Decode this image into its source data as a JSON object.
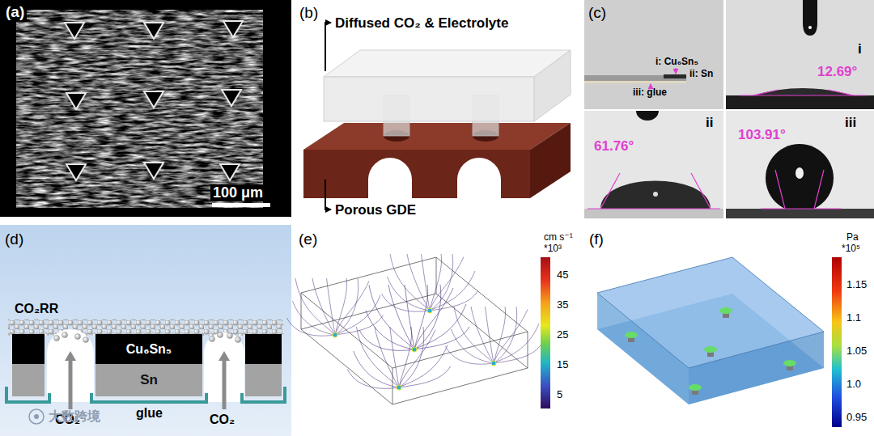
{
  "diagram": {
    "nodes": [
      {
        "text": [
          "Cu₆Sn₅"
        ]
      },
      {
        "text": [
          "Sn"
        ]
      }
    ],
    "labels": [
      "(a)",
      "100 μm",
      "(b)",
      "Diffused CO₂ & Electrolyte",
      "Porous GDE",
      "(c)",
      "i: Cu₆Sn₅",
      "ii: Sn",
      "iii: glue",
      "i",
      "12.69°",
      "ii",
      "61.76°",
      "iii",
      "103.91°",
      "(d)",
      "CO₂RR",
      "glue",
      "CO₂",
      "CO₂",
      "(e)",
      "cm s⁻¹",
      "*10³",
      "45",
      "35",
      "25",
      "15",
      "5",
      "(f)",
      "Pa",
      "*10⁵",
      "1.15",
      "1.1",
      "1.05",
      "1.0",
      "0.95",
      "大数跨境"
    ]
  }
}
